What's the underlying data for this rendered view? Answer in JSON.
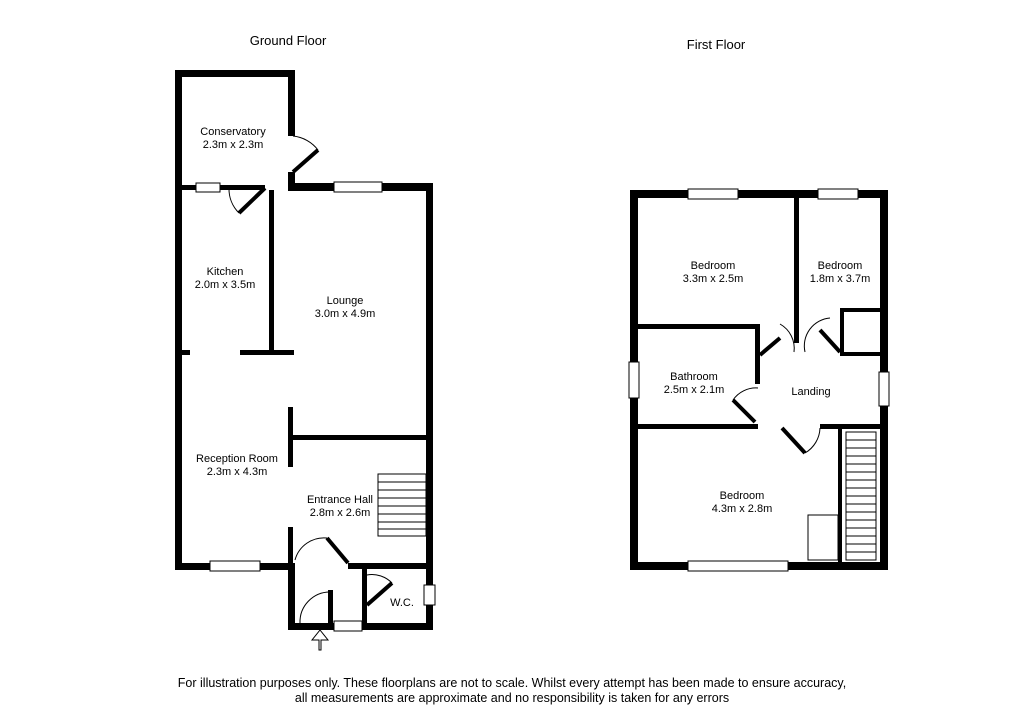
{
  "floors": {
    "ground": {
      "title": "Ground Floor",
      "rooms": [
        {
          "name": "Conservatory",
          "size": "2.3m x 2.3m"
        },
        {
          "name": "Kitchen",
          "size": "2.0m x 3.5m"
        },
        {
          "name": "Lounge",
          "size": "3.0m x 4.9m"
        },
        {
          "name": "Reception Room",
          "size": "2.3m x 4.3m"
        },
        {
          "name": "Entrance Hall",
          "size": "2.8m x 2.6m"
        },
        {
          "name": "W.C.",
          "size": ""
        }
      ]
    },
    "first": {
      "title": "First Floor",
      "rooms": [
        {
          "name": "Bedroom",
          "size": "3.3m x 2.5m"
        },
        {
          "name": "Bedroom",
          "size": "1.8m x 3.7m"
        },
        {
          "name": "Bathroom",
          "size": "2.5m x 2.1m"
        },
        {
          "name": "Landing",
          "size": ""
        },
        {
          "name": "Bedroom",
          "size": "4.3m x 2.8m"
        }
      ]
    }
  },
  "disclaimer": {
    "line1": "For illustration purposes only. These floorplans are not to scale. Whilst every attempt has been made to ensure accuracy,",
    "line2": "all measurements are approximate and no responsibility is taken for any errors"
  },
  "colors": {
    "wall": "#000000",
    "window": "#ffffff",
    "background": "#ffffff"
  },
  "icons": {
    "entrance": "entrance-arrow-icon"
  }
}
